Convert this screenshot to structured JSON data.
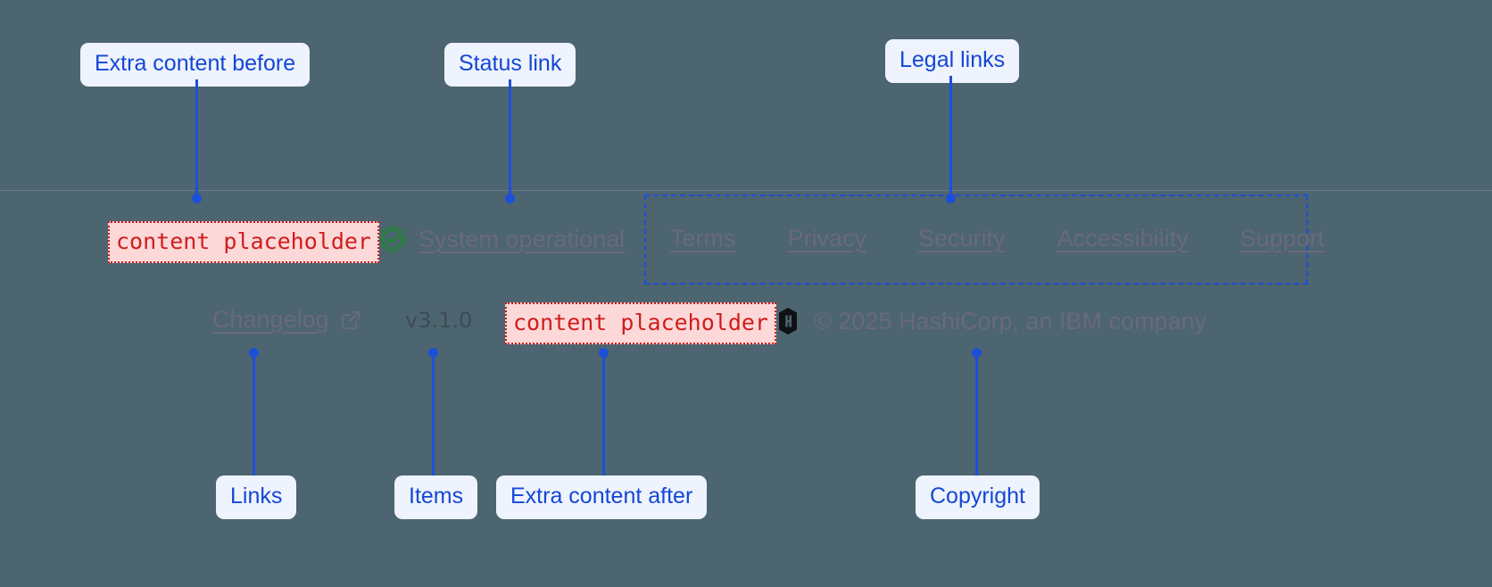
{
  "page": {
    "background_color": "#4c6570",
    "divider_color": "#7b7f97",
    "annotation_color": "#1d4fd8",
    "annotation_bg": "#eef3fd",
    "placeholder_color": "#cf1d1d",
    "placeholder_bg": "#fdd8d8",
    "link_color": "#6a6880",
    "status_ok_color": "#1e8a2e"
  },
  "annotations": [
    {
      "id": "extra-before",
      "label": "Extra content before"
    },
    {
      "id": "status-link",
      "label": "Status link"
    },
    {
      "id": "legal-links",
      "label": "Legal links"
    },
    {
      "id": "links",
      "label": "Links"
    },
    {
      "id": "items",
      "label": "Items"
    },
    {
      "id": "extra-after",
      "label": "Extra content after"
    },
    {
      "id": "copyright",
      "label": "Copyright"
    }
  ],
  "footer": {
    "extra_before": {
      "text": "content placeholder"
    },
    "status": {
      "icon": "check-circle-icon",
      "label": "System operational"
    },
    "legal_links": [
      {
        "label": "Terms"
      },
      {
        "label": "Privacy"
      },
      {
        "label": "Security"
      },
      {
        "label": "Accessibility"
      },
      {
        "label": "Support"
      }
    ],
    "changelog": {
      "label": "Changelog",
      "icon": "external-link-icon"
    },
    "version": "v3.1.0",
    "extra_after": {
      "text": "content placeholder"
    },
    "copyright": {
      "logo": "hashicorp-logo",
      "text": "© 2025 HashiCorp, an IBM company"
    }
  }
}
